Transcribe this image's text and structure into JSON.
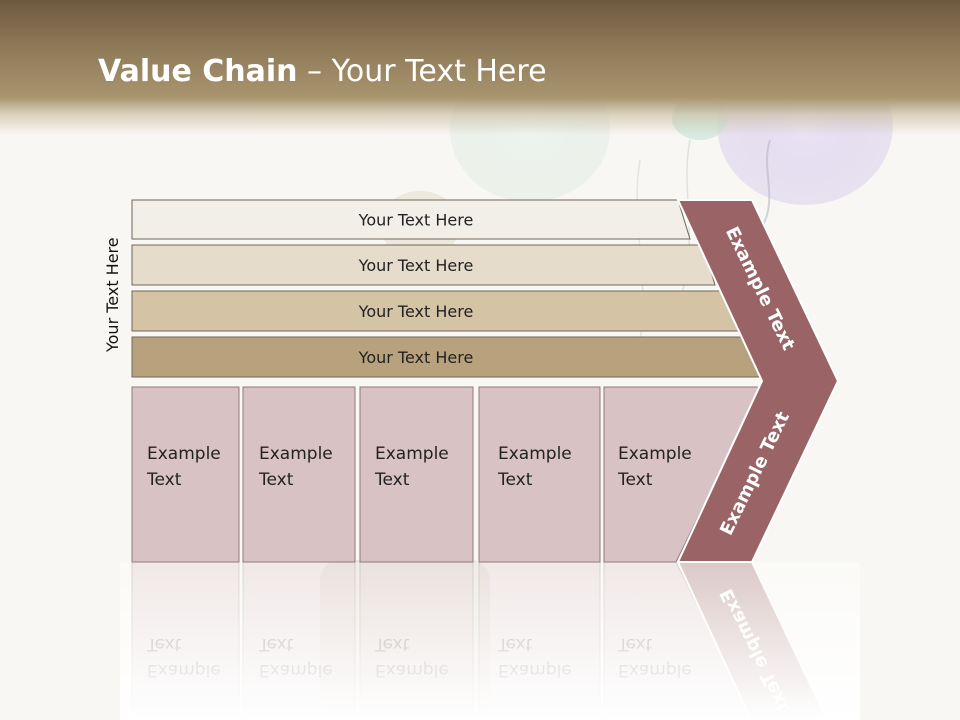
{
  "title": {
    "bold": "Value Chain",
    "rest": " – Your Text Here"
  },
  "side_label": "Your Text Here",
  "rows": [
    {
      "label": "Your Text Here",
      "fill": "#f2efe9"
    },
    {
      "label": "Your Text Here",
      "fill": "#e6dccb"
    },
    {
      "label": "Your Text Here",
      "fill": "#d4c3a5"
    },
    {
      "label": "Your Text Here",
      "fill": "#b8a27d"
    }
  ],
  "columns": [
    {
      "line1": "Example",
      "line2": "Text"
    },
    {
      "line1": "Example",
      "line2": "Text"
    },
    {
      "line1": "Example",
      "line2": "Text"
    },
    {
      "line1": "Example",
      "line2": "Text"
    },
    {
      "line1": "Example",
      "line2": "Text"
    }
  ],
  "chevron": {
    "upper": "Example Text",
    "lower": "Example Text",
    "fill": "#9a6466"
  },
  "colors": {
    "column_fill": "#d9c2c4",
    "column_stroke": "#8f7b7c",
    "row_stroke": "#6f6656",
    "header": "#8e7a58"
  }
}
